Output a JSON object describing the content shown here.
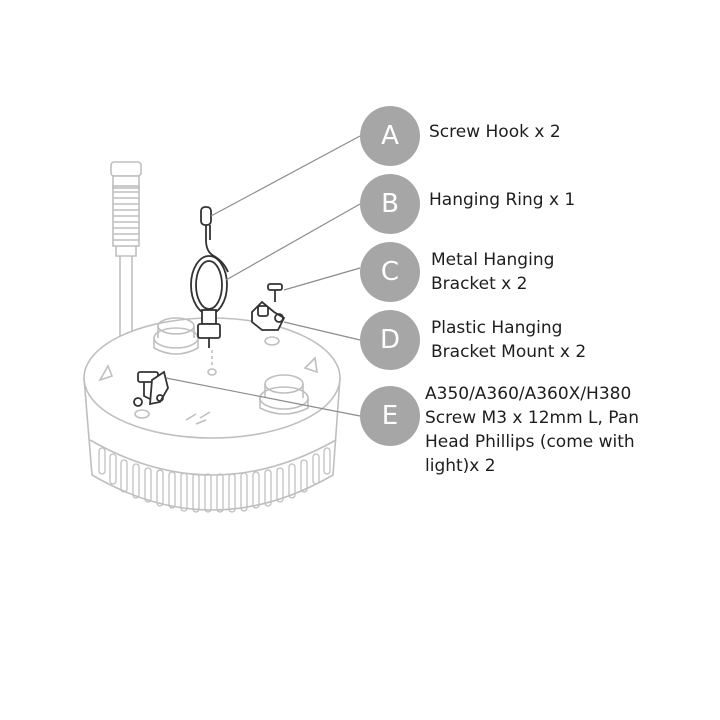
{
  "colors": {
    "callout_fill": "#a6a6a6",
    "line": "#8c8c8c",
    "light_outline": "#bfbfbf",
    "part_stroke": "#333333",
    "text": "#1e1e1e"
  },
  "callouts": [
    {
      "letter": "A",
      "lines": [
        "Screw Hook x 2"
      ]
    },
    {
      "letter": "B",
      "lines": [
        "Hanging Ring x 1"
      ]
    },
    {
      "letter": "C",
      "lines": [
        "Metal Hanging",
        "Bracket x 2"
      ]
    },
    {
      "letter": "D",
      "lines": [
        "Plastic Hanging",
        "Bracket Mount x 2"
      ]
    },
    {
      "letter": "E",
      "lines": [
        "A350/A360/A360X/H380",
        "Screw M3 x 12mm L, Pan",
        "Head Phillips (come with",
        "light)x 2"
      ]
    }
  ]
}
